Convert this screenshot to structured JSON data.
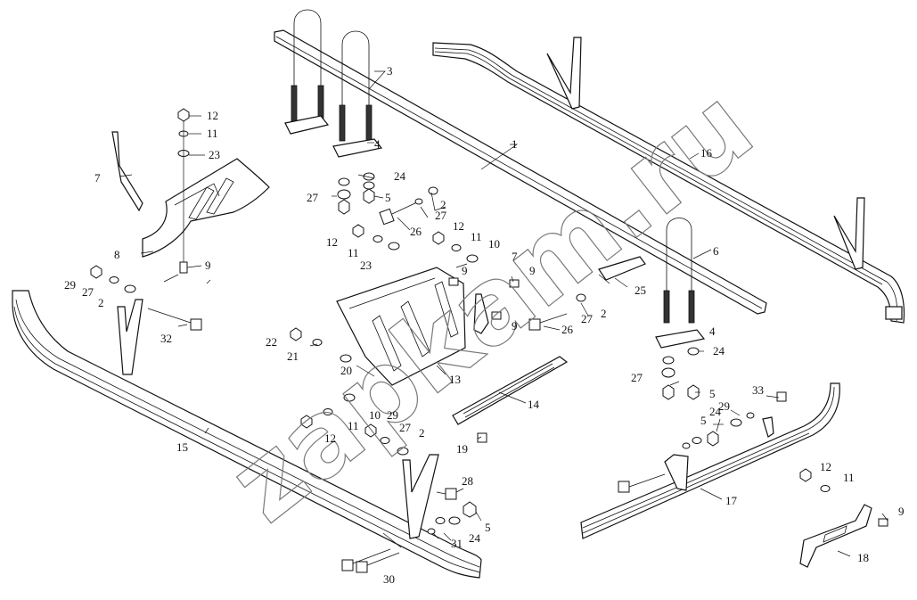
{
  "watermark": "zapkam.ru",
  "callouts": [
    {
      "id": "c1",
      "label": "1"
    },
    {
      "id": "c2a",
      "label": "2"
    },
    {
      "id": "c2b",
      "label": "2"
    },
    {
      "id": "c2c",
      "label": "2"
    },
    {
      "id": "c2d",
      "label": "2"
    },
    {
      "id": "c3",
      "label": "3"
    },
    {
      "id": "c4a",
      "label": "4"
    },
    {
      "id": "c4b",
      "label": "4"
    },
    {
      "id": "c5a",
      "label": "5"
    },
    {
      "id": "c5b",
      "label": "5"
    },
    {
      "id": "c5c",
      "label": "5"
    },
    {
      "id": "c5d",
      "label": "5"
    },
    {
      "id": "c6",
      "label": "6"
    },
    {
      "id": "c7a",
      "label": "7"
    },
    {
      "id": "c7b",
      "label": "7"
    },
    {
      "id": "c8",
      "label": "8"
    },
    {
      "id": "c9a",
      "label": "9"
    },
    {
      "id": "c9b",
      "label": "9"
    },
    {
      "id": "c9c",
      "label": "9"
    },
    {
      "id": "c9d",
      "label": "9"
    },
    {
      "id": "c9e",
      "label": "9"
    },
    {
      "id": "c10a",
      "label": "10"
    },
    {
      "id": "c10b",
      "label": "10"
    },
    {
      "id": "c11a",
      "label": "11"
    },
    {
      "id": "c11b",
      "label": "11"
    },
    {
      "id": "c11c",
      "label": "11"
    },
    {
      "id": "c11d",
      "label": "11"
    },
    {
      "id": "c11e",
      "label": "11"
    },
    {
      "id": "c12a",
      "label": "12"
    },
    {
      "id": "c12b",
      "label": "12"
    },
    {
      "id": "c12c",
      "label": "12"
    },
    {
      "id": "c12d",
      "label": "12"
    },
    {
      "id": "c12e",
      "label": "12"
    },
    {
      "id": "c13",
      "label": "13"
    },
    {
      "id": "c14",
      "label": "14"
    },
    {
      "id": "c15",
      "label": "15"
    },
    {
      "id": "c16",
      "label": "16"
    },
    {
      "id": "c17",
      "label": "17"
    },
    {
      "id": "c18",
      "label": "18"
    },
    {
      "id": "c19",
      "label": "19"
    },
    {
      "id": "c20",
      "label": "20"
    },
    {
      "id": "c21",
      "label": "21"
    },
    {
      "id": "c22",
      "label": "22"
    },
    {
      "id": "c23a",
      "label": "23"
    },
    {
      "id": "c23b",
      "label": "23"
    },
    {
      "id": "c24a",
      "label": "24"
    },
    {
      "id": "c24b",
      "label": "24"
    },
    {
      "id": "c24c",
      "label": "24"
    },
    {
      "id": "c24d",
      "label": "24"
    },
    {
      "id": "c25",
      "label": "25"
    },
    {
      "id": "c26a",
      "label": "26"
    },
    {
      "id": "c26b",
      "label": "26"
    },
    {
      "id": "c27a",
      "label": "27"
    },
    {
      "id": "c27b",
      "label": "27"
    },
    {
      "id": "c27c",
      "label": "27"
    },
    {
      "id": "c27d",
      "label": "27"
    },
    {
      "id": "c27e",
      "label": "27"
    },
    {
      "id": "c27f",
      "label": "27"
    },
    {
      "id": "c28",
      "label": "28"
    },
    {
      "id": "c29a",
      "label": "29"
    },
    {
      "id": "c29b",
      "label": "29"
    },
    {
      "id": "c29c",
      "label": "29"
    },
    {
      "id": "c30",
      "label": "30"
    },
    {
      "id": "c31",
      "label": "31"
    },
    {
      "id": "c32",
      "label": "32"
    },
    {
      "id": "c33",
      "label": "33"
    }
  ]
}
